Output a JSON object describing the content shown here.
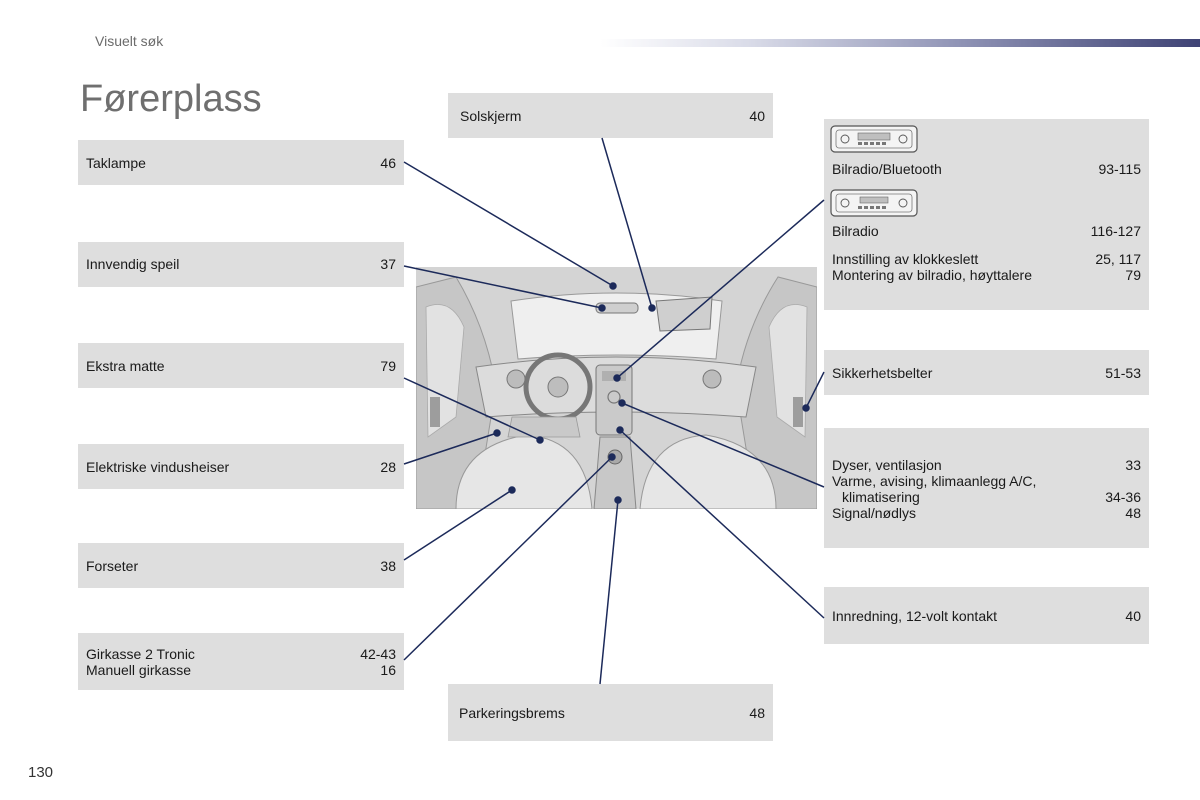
{
  "header": {
    "section": "Visuelt søk",
    "title": "Førerplass",
    "page_number": "130"
  },
  "colors": {
    "box_bg": "#dedede",
    "leader_line": "#1c2a5a",
    "header_bar_dark": "#3f4375"
  },
  "callouts": {
    "taklampe": {
      "label": "Taklampe",
      "page": "46"
    },
    "speil": {
      "label": "Innvendig speil",
      "page": "37"
    },
    "matte": {
      "label": "Ekstra matte",
      "page": "79"
    },
    "vindu": {
      "label": "Elektriske vindusheiser",
      "page": "28"
    },
    "forseter": {
      "label": "Forseter",
      "page": "38"
    },
    "girkasse": {
      "line1": {
        "label": "Girkasse 2 Tronic",
        "page": "42-43"
      },
      "line2": {
        "label": "Manuell girkasse",
        "page": "16"
      }
    },
    "solskjerm": {
      "label": "Solskjerm",
      "page": "40"
    },
    "parkering": {
      "label": "Parkeringsbrems",
      "page": "48"
    },
    "radio": {
      "line1": {
        "label": "Bilradio/Bluetooth",
        "page": "93-115"
      },
      "line2": {
        "label": "Bilradio",
        "page": "116-127"
      },
      "line3": {
        "label": "Innstilling av klokkeslett",
        "page": "25, 117"
      },
      "line4": {
        "label": "Montering av bilradio, høyttalere",
        "page": "79"
      }
    },
    "belter": {
      "label": "Sikkerhetsbelter",
      "page": "51-53"
    },
    "dyser": {
      "line1": {
        "label": "Dyser, ventilasjon",
        "page": "33"
      },
      "line2": {
        "label": "Varme, avising, klimaanlegg A/C,",
        "page": ""
      },
      "line3": {
        "label": "klimatisering",
        "page": "34-36"
      },
      "line4": {
        "label": "Signal/nødlys",
        "page": "48"
      }
    },
    "innredning": {
      "label": "Innredning, 12-volt kontakt",
      "page": "40"
    }
  }
}
